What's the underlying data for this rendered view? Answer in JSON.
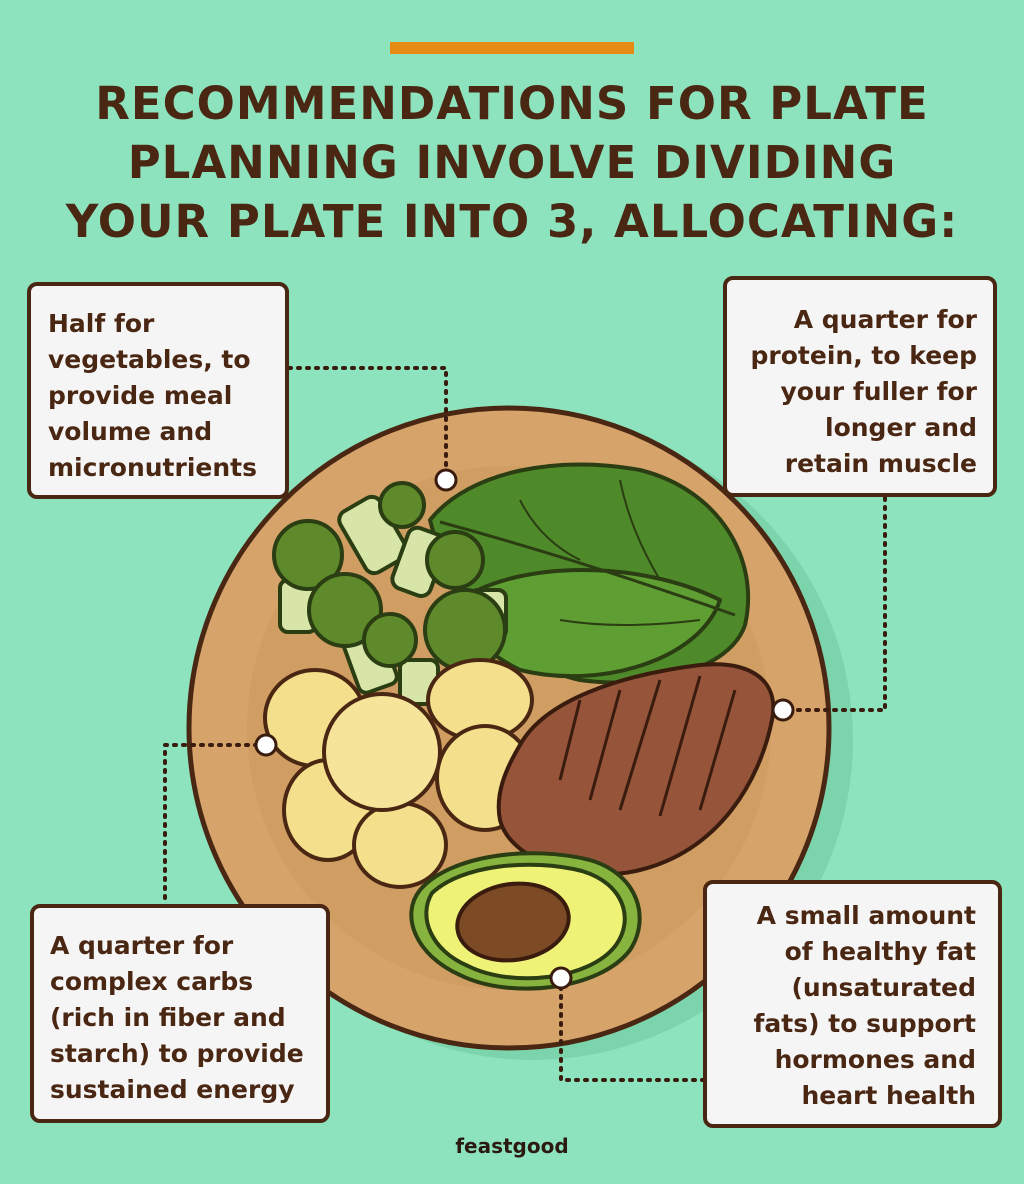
{
  "title": {
    "lines": [
      "RECOMMENDATIONS FOR PLATE",
      "PLANNING INVOLVE DIVIDING",
      "YOUR PLATE INTO 3, ALLOCATING:"
    ]
  },
  "callouts": {
    "vegetables": {
      "lines": [
        "Half for",
        "vegetables, to",
        "provide meal",
        "volume and",
        "micronutrients"
      ]
    },
    "protein": {
      "lines": [
        "A quarter for",
        "protein, to keep",
        "your fuller for",
        "longer and",
        "retain muscle"
      ]
    },
    "carbs": {
      "lines": [
        "A quarter for",
        "complex carbs",
        "(rich in fiber and",
        "starch) to provide",
        "sustained energy"
      ]
    },
    "fat": {
      "lines": [
        "A small amount",
        "of healthy fat",
        "(unsaturated",
        "fats) to support",
        "hormones and",
        "heart health"
      ]
    }
  },
  "brand": "feastgood",
  "colors": {
    "background": "#8ee3bf",
    "accent_bar": "#e58a12",
    "text_brown": "#4a2713",
    "box_fill": "#f5f5f5"
  }
}
